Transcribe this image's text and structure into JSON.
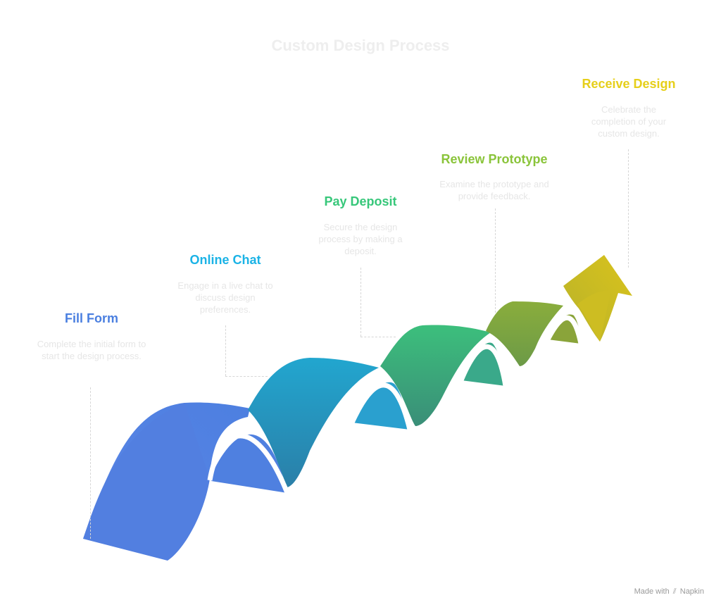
{
  "title": "Custom Design Process",
  "steps": [
    {
      "title": "Fill Form",
      "description": "Complete the initial form to start the design process.",
      "color": "#4a7fe0"
    },
    {
      "title": "Online Chat",
      "description": "Engage in a live chat to discuss design preferences.",
      "color": "#1bb3e6"
    },
    {
      "title": "Pay Deposit",
      "description": "Secure the design process by making a deposit.",
      "color": "#37c77a"
    },
    {
      "title": "Review Prototype",
      "description": "Examine the prototype and provide feedback.",
      "color": "#8ac43a"
    },
    {
      "title": "Receive Design",
      "description": "Celebrate the completion of your custom design.",
      "color": "#e6cf1a"
    }
  ],
  "footer": {
    "made_with": "Made with",
    "brand": "Napkin"
  }
}
